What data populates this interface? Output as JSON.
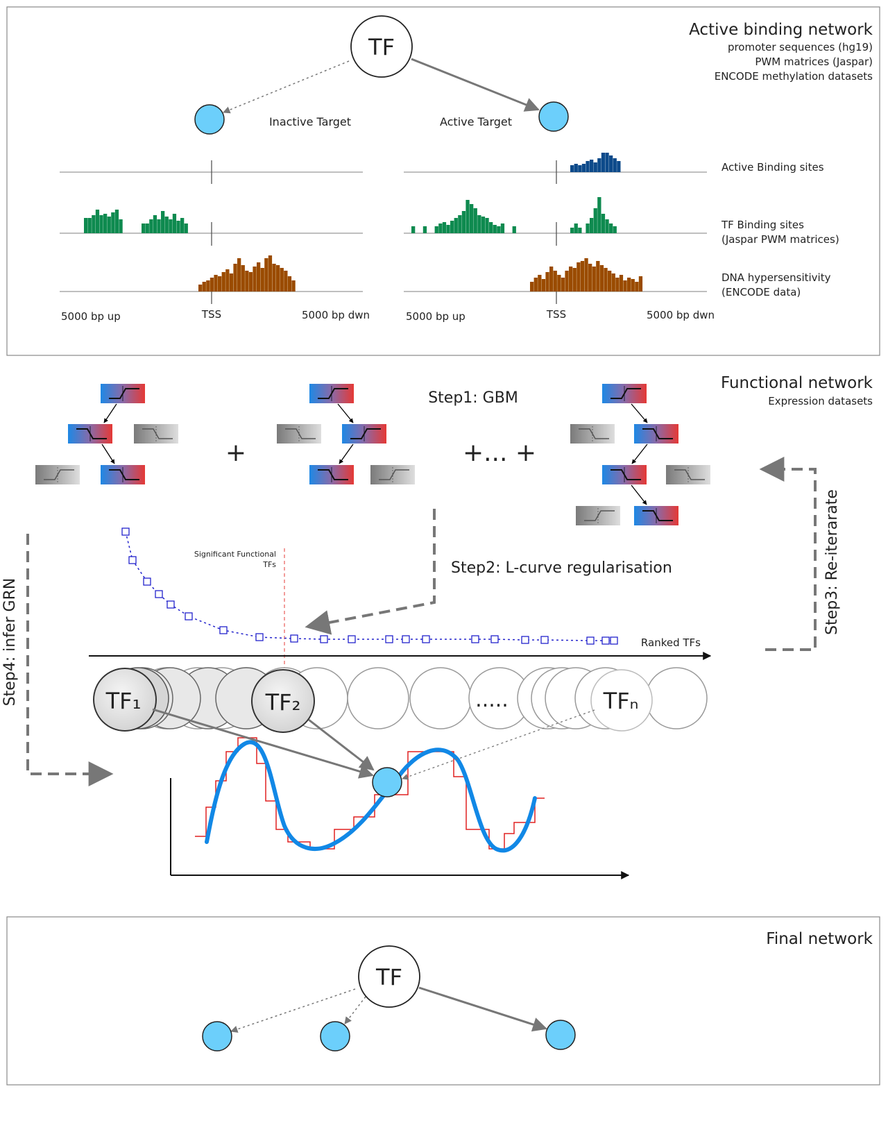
{
  "active_binding": {
    "title": "Active binding network",
    "sources": [
      "promoter sequences (hg19)",
      "PWM matrices (Jaspar)",
      "ENCODE methylation datasets"
    ],
    "tf_label": "TF",
    "inactive_target": "Inactive Target",
    "active_target": "Active Target",
    "track_labels": {
      "active_sites": "Active Binding sites",
      "tf_sites_1": "TF Binding sites",
      "tf_sites_2": "(Jaspar PWM matrices)",
      "dna_1": "DNA hypersensitivity",
      "dna_2": "(ENCODE data)"
    },
    "axis": {
      "up": "5000 bp up",
      "tss": "TSS",
      "down": "5000 bp dwn"
    }
  },
  "functional": {
    "title": "Functional network",
    "subtitle": "Expression datasets",
    "step1": "Step1: GBM",
    "step2": "Step2: L-curve regularisation",
    "step3": "Step3: Re-iterarate",
    "step4": "Step4: infer GRN",
    "plus": "+",
    "plus_ellipsis": "+... +",
    "sig_label_1": "Significant Functional",
    "sig_label_2": "TFs",
    "ranked": "Ranked TFs",
    "tf1": "TF₁",
    "tf2": "TF₂",
    "tfn": "TFₙ",
    "dots": "....."
  },
  "final": {
    "title": "Final network",
    "tf_label": "TF"
  },
  "colors": {
    "node": "#6ccffb",
    "green": "#0e8a4f",
    "brown": "#9a4b00",
    "navy": "#0d4a8a",
    "curve": "#1188e6",
    "step": "#e02020",
    "lcurve": "#2222cc"
  }
}
